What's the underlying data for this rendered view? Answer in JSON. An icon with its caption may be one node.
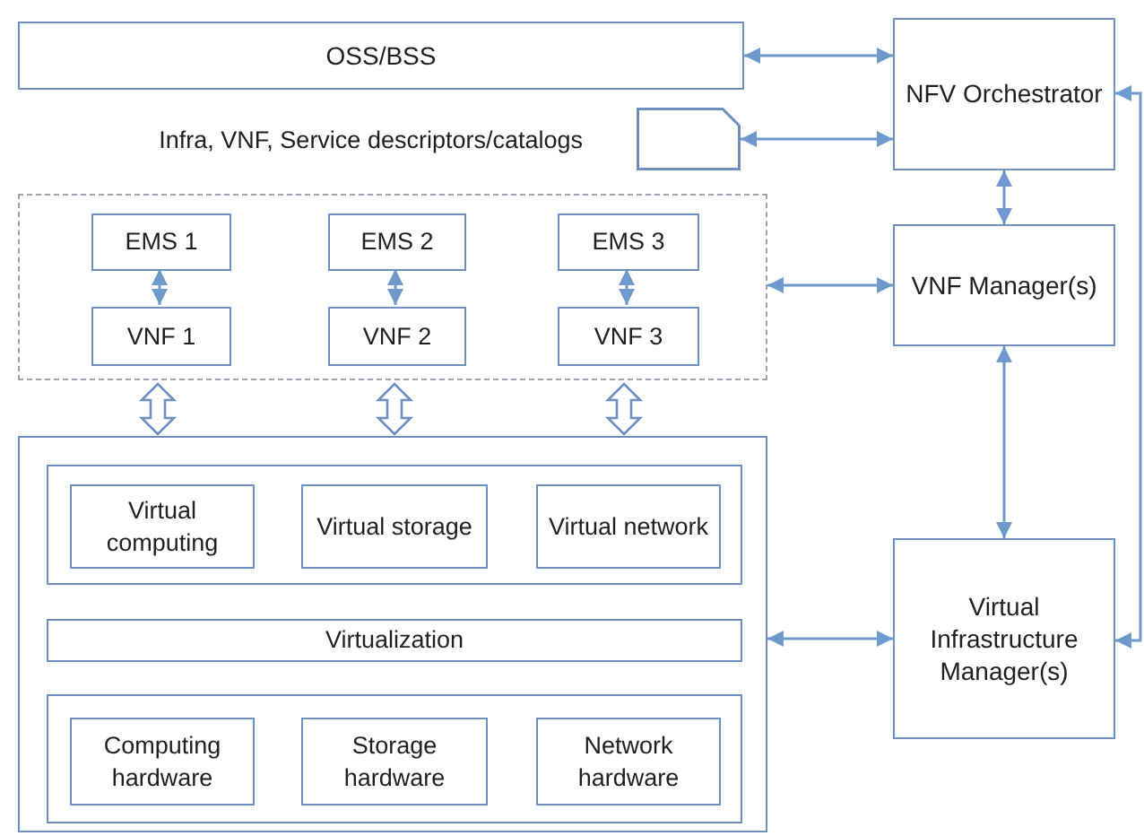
{
  "diagram": {
    "nodes": [
      {
        "text": [
          "OSS/BSS"
        ]
      },
      {
        "text": [],
        "shape": "document",
        "beside": [
          "Infra, VNF, Service descriptors/catalogs"
        ]
      },
      {
        "text": [
          "NFV Orchestrator"
        ]
      },
      {
        "text": [],
        "shape": "box"
      },
      {
        "text": [
          "EMS 1"
        ],
        "in": 3
      },
      {
        "text": [
          "VNF 1"
        ],
        "in": 3
      },
      {
        "text": [
          "EMS 2"
        ],
        "in": 3
      },
      {
        "text": [
          "VNF 2"
        ],
        "in": 3
      },
      {
        "text": [
          "EMS 3"
        ],
        "in": 3
      },
      {
        "text": [
          "VNF 3"
        ],
        "in": 3
      },
      {
        "text": [
          "VNF Manager(s)"
        ]
      },
      {
        "text": [],
        "shape": "box"
      },
      {
        "text": [],
        "shape": "box",
        "in": 11
      },
      {
        "text": [
          "Virtual computing"
        ],
        "in": 12
      },
      {
        "text": [
          "Virtual storage"
        ],
        "in": 12
      },
      {
        "text": [
          "Virtual network"
        ],
        "in": 12
      },
      {
        "text": [
          "Virtualization"
        ],
        "in": 11
      },
      {
        "text": [],
        "shape": "box",
        "in": 11
      },
      {
        "text": [
          "Computing hardware"
        ],
        "in": 17
      },
      {
        "text": [
          "Storage hardware"
        ],
        "in": 17
      },
      {
        "text": [
          "Network hardware"
        ],
        "in": 17
      },
      {
        "text": [
          "Virtual Infrastructure Manager(s)"
        ]
      }
    ],
    "edges": [
      {
        "from": 0,
        "to": 2,
        "arrow": "both"
      },
      {
        "from": 1,
        "to": 2,
        "arrow": "both"
      },
      {
        "from": 2,
        "to": 10,
        "arrow": "both"
      },
      {
        "from": 3,
        "to": 10,
        "arrow": "both"
      },
      {
        "from": 10,
        "to": 21,
        "arrow": "both"
      },
      {
        "from": 11,
        "to": 21,
        "arrow": "both"
      },
      {
        "from": 4,
        "to": 5,
        "arrow": "both"
      },
      {
        "from": 6,
        "to": 7,
        "arrow": "both"
      },
      {
        "from": 8,
        "to": 9,
        "arrow": "both"
      },
      {
        "from": 3,
        "to": 11,
        "arrow": "both",
        "style": "thick"
      },
      {
        "from": 3,
        "to": 11,
        "arrow": "both",
        "style": "thick"
      },
      {
        "from": 3,
        "to": 11,
        "arrow": "both",
        "style": "thick"
      },
      {
        "from": null,
        "to": 2,
        "arrow": "to"
      },
      {
        "from": null,
        "to": 21,
        "arrow": "to"
      }
    ]
  }
}
